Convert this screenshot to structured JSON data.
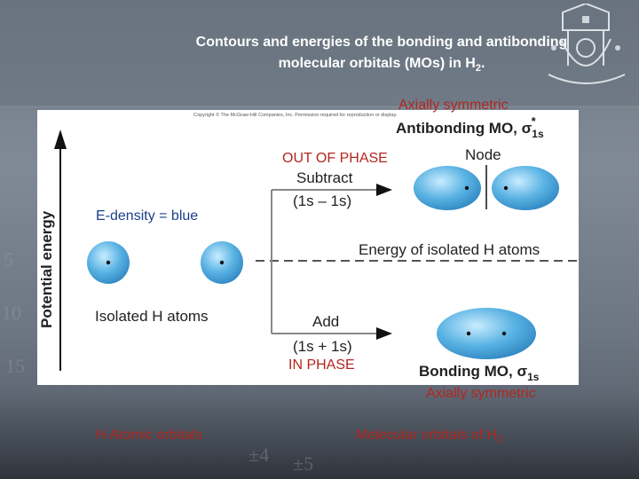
{
  "slide": {
    "title_line1": "Contours and energies of the bonding and antibonding",
    "title_line2": "molecular orbitals (MOs) in H",
    "title_line2_sub": "2",
    "title_line2_end": "."
  },
  "figure": {
    "copyright": "Copyright © The McGraw-Hill Companies, Inc. Permission required for reproduction or display.",
    "y_axis_label": "Potential energy",
    "antibonding_label": "Antibonding MO, σ",
    "antibonding_sub": "1s",
    "antibonding_sup": "*",
    "node_label": "Node",
    "subtract_label": "Subtract",
    "subtract_expr": "(1s – 1s)",
    "isolated_energy_label": "Energy of isolated H atoms",
    "isolated_atoms_label": "Isolated H atoms",
    "add_label": "Add",
    "add_expr": "(1s + 1s)",
    "bonding_label": "Bonding MO, σ",
    "bonding_sub": "1s"
  },
  "annotations": {
    "axially_symmetric_top": "Axially symmetric",
    "out_of_phase": "OUT OF PHASE",
    "edensity": "E-density = blue",
    "in_phase": "IN PHASE",
    "axially_symmetric_bottom": "Axially symmetric",
    "h_atomic_orbitals": "H Atomic orbitals",
    "molecular_orbitals": "Molecular orbitals of H",
    "molecular_orbitals_sub": "2"
  },
  "colors": {
    "orbital_fill": "#4aa6d8",
    "annotation_red": "#b3261e",
    "annotation_blue": "#1b3f8b"
  }
}
